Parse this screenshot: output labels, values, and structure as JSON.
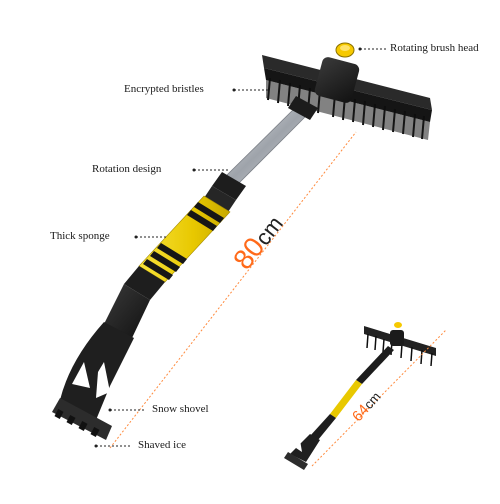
{
  "annotations": {
    "rotating_brush_head": "Rotating brush head",
    "encrypted_bristles": "Encrypted bristles",
    "rotation_design": "Rotation design",
    "thick_sponge": "Thick sponge",
    "snow_shovel": "Snow shovel",
    "shaved_ice": "Shaved ice"
  },
  "dimensions": {
    "large_value": "80",
    "large_unit": "cm",
    "small_value": "64",
    "small_unit": "cm"
  },
  "colors": {
    "accent": "#ff6a1a",
    "handle_black": "#1b1b1b",
    "sponge_yellow": "#f2d400",
    "button_yellow": "#f6c900",
    "metal": "#b8bcc2"
  }
}
